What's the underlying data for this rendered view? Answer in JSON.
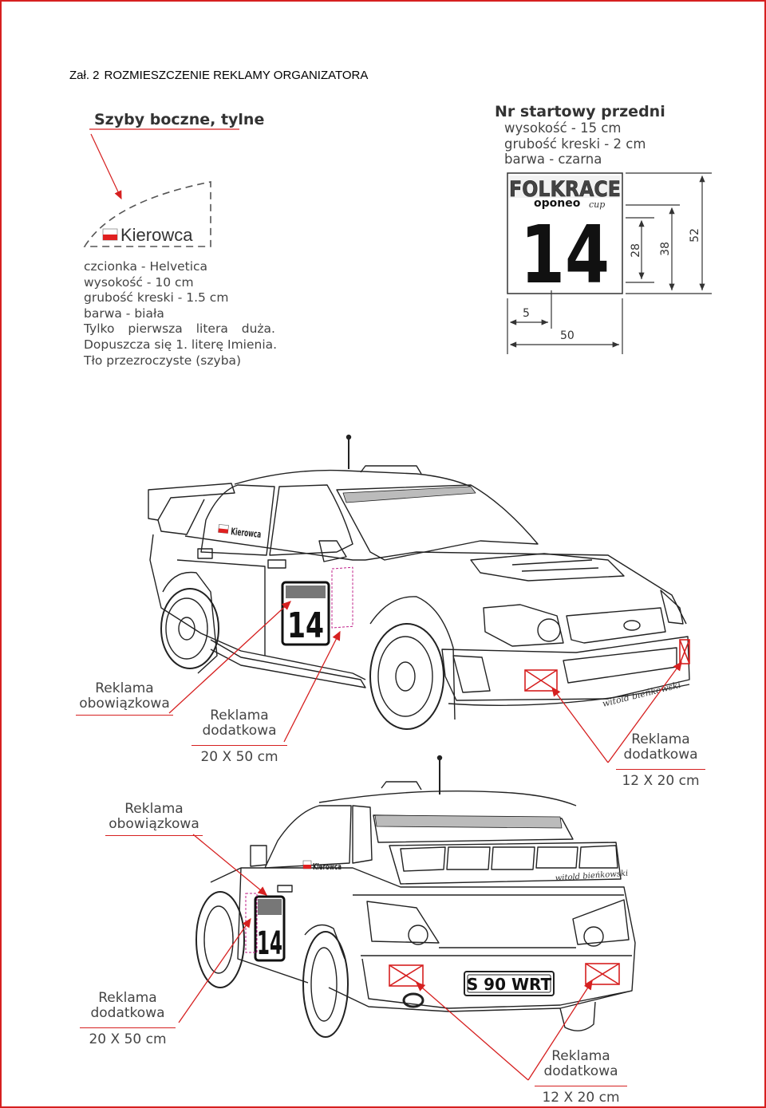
{
  "header": {
    "lead": "Zał. 2",
    "title": "ROZMIESZCZENIE REKLAMY ORGANIZATORA"
  },
  "side_windows": {
    "title": "Szyby boczne, tylne",
    "sample_text": "Kierowca",
    "specs": [
      "czcionka - Helvetica",
      "wysokość - 10 cm",
      "grubość kreski - 1.5 cm",
      "barwa - biała",
      "Tylko pierwsza litera duża.",
      "Dopuszcza się 1. literę Imienia.",
      "Tło przezroczyste (szyba)"
    ]
  },
  "start_number": {
    "title": "Nr startowy przedni",
    "specs": [
      "wysokość - 15 cm",
      "grubość kreski - 2 cm",
      "barwa - czarna"
    ],
    "logo_main": "FOLKRACE",
    "logo_sub": "oponeo",
    "logo_script": "cup",
    "number": "14",
    "dims": {
      "d28": "28",
      "d38": "38",
      "d52": "52",
      "d5": "5",
      "d50": "50"
    }
  },
  "front_car": {
    "driver_label": "Kierowca",
    "number": "14",
    "signature": "witold bieńkowski",
    "callouts": {
      "mandatory": "Reklama obowiązkowa",
      "additional_side": "Reklama dodatkowa",
      "additional_side_dim": "20 X 50 cm",
      "additional_bumper": "Reklama dodatkowa",
      "additional_bumper_dim": "12 X 20 cm"
    }
  },
  "rear_car": {
    "driver_label": "Kierowca",
    "number": "14",
    "plate": "S 90 WRT",
    "signature": "witold bieńkowski",
    "callouts": {
      "mandatory": "Reklama obowiązkowa",
      "additional_side": "Reklama dodatkowa",
      "additional_side_dim": "20 X 50 cm",
      "additional_bumper": "Reklama dodatkowa",
      "additional_bumper_dim": "12 X 20 cm"
    }
  },
  "colors": {
    "accent_red": "#d62020",
    "line_grey": "#333333",
    "flag_red": "#e02020"
  }
}
